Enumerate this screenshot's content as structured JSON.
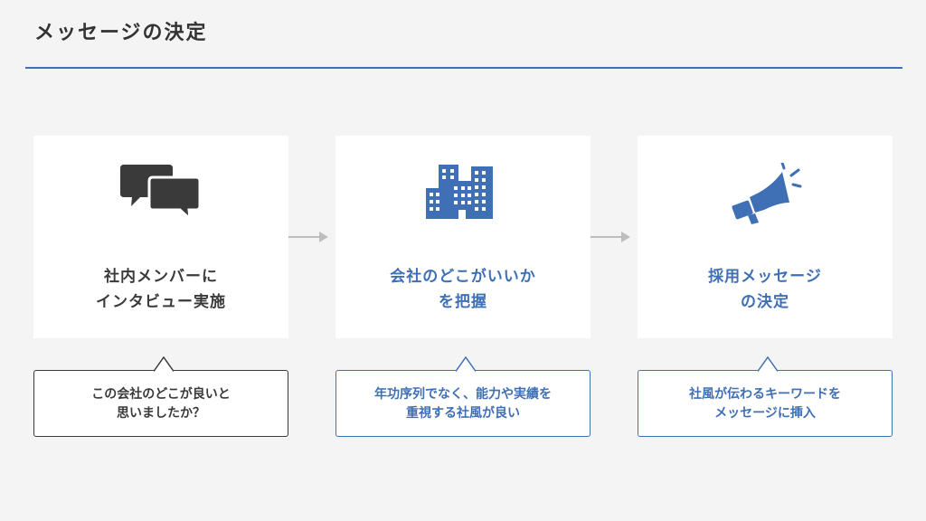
{
  "title": "メッセージの決定",
  "colors": {
    "accent": "#3f6fb5",
    "dark": "#3a3a3a",
    "arrow": "#bdbdbd"
  },
  "steps": [
    {
      "icon": "speech-bubbles-icon",
      "color": "#3a3a3a",
      "label_lines": [
        "社内メンバーに",
        "インタビュー実施"
      ],
      "callout_lines": [
        "この会社のどこが良いと",
        "思いましたか？"
      ]
    },
    {
      "icon": "buildings-icon",
      "color": "#3f6fb5",
      "label_lines": [
        "会社のどこがいいか",
        "を把握"
      ],
      "callout_lines": [
        "年功序列でなく、能力や実績を",
        "重視する社風が良い"
      ]
    },
    {
      "icon": "megaphone-icon",
      "color": "#3f6fb5",
      "label_lines": [
        "採用メッセージ",
        "の決定"
      ],
      "callout_lines": [
        "社風が伝わるキーワードを",
        "メッセージに挿入"
      ]
    }
  ]
}
